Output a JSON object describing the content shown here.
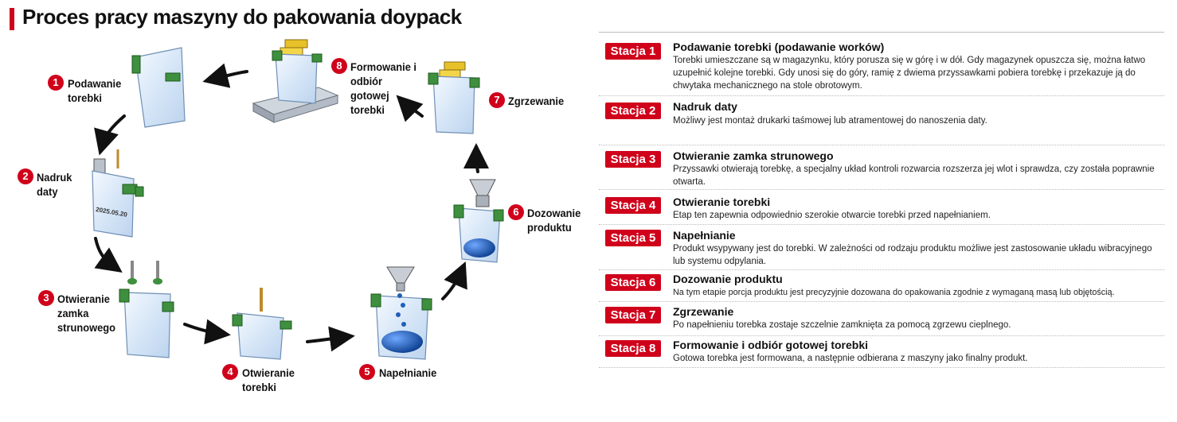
{
  "title": "Proces pracy maszyny do pakowania doypack",
  "steps": [
    {
      "num": "1",
      "label": "Podawanie torebki"
    },
    {
      "num": "2",
      "label": "Nadruk daty"
    },
    {
      "num": "3",
      "label": "Otwieranie zamka strunowego"
    },
    {
      "num": "4",
      "label": "Otwieranie torebki"
    },
    {
      "num": "5",
      "label": "Napełnianie"
    },
    {
      "num": "6",
      "label": "Dozowanie produktu"
    },
    {
      "num": "7",
      "label": "Zgrzewanie"
    },
    {
      "num": "8",
      "label": "Formowanie i odbiór gotowej torebki"
    }
  ],
  "date_print": "2025.05.20",
  "stations": [
    {
      "badge": "Stacja 1",
      "title": "Podawanie torebki (podawanie worków)",
      "desc": "Torebki umieszczane są w magazynku, który porusza się w górę i w dół. Gdy magazynek opuszcza się, można łatwo uzupełnić kolejne torebki. Gdy unosi się do góry, ramię z dwiema przyssawkami pobiera torebkę i przekazuje ją do chwytaka mechanicznego na stole obrotowym."
    },
    {
      "badge": "Stacja 2",
      "title": "Nadruk daty",
      "desc": "Możliwy jest montaż drukarki taśmowej lub atramentowej do nanoszenia daty."
    },
    {
      "badge": "Stacja 3",
      "title": "Otwieranie zamka strunowego",
      "desc": "Przyssawki otwierają torebkę, a specjalny układ kontroli rozwarcia rozszerza jej wlot i sprawdza, czy została poprawnie otwarta."
    },
    {
      "badge": "Stacja 4",
      "title": "Otwieranie torebki",
      "desc": "Etap ten zapewnia odpowiednio szerokie otwarcie torebki przed napełnianiem."
    },
    {
      "badge": "Stacja 5",
      "title": "Napełnianie",
      "desc": "Produkt wsypywany jest do torebki. W zależności od rodzaju produktu możliwe jest zastosowanie układu wibracyjnego lub systemu odpylania."
    },
    {
      "badge": "Stacja 6",
      "title": "Dozowanie produktu",
      "desc": "Na tym etapie porcja produktu jest precyzyjnie dozowana do opakowania zgodnie z wymaganą masą lub objętością."
    },
    {
      "badge": "Stacja 7",
      "title": "Zgrzewanie",
      "desc": "Po napełnieniu torebka zostaje szczelnie zamknięta za pomocą zgrzewu cieplnego."
    },
    {
      "badge": "Stacja 8",
      "title": "Formowanie i odbiór gotowej torebki",
      "desc": "Gotowa torebka jest formowana, a następnie odbierana z maszyny jako finalny produkt."
    }
  ],
  "colors": {
    "accent": "#d0021b",
    "bag": "#dce9f7",
    "clip": "#3e8f3e",
    "jaw": "#e8c12a",
    "pellet": "#1f5fb8"
  }
}
